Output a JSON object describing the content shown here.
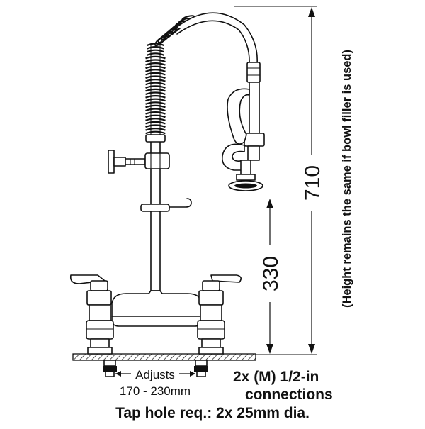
{
  "dimensions": {
    "total_height": "710",
    "outlet_height": "330",
    "height_note": "(Height remains the same if bowl filler is used)"
  },
  "labels": {
    "adjusts": "Adjusts",
    "adjust_range": "170 - 230mm",
    "connections_line1_prefix": "2x (M) ",
    "connections_line1_fraction": "1/2-in",
    "connections_line2": "connections",
    "tap_hole": "Tap hole req.: 2x 25mm dia."
  },
  "colors": {
    "line": "#111111",
    "fill": "#ffffff",
    "shade": "#9a9a9a"
  }
}
